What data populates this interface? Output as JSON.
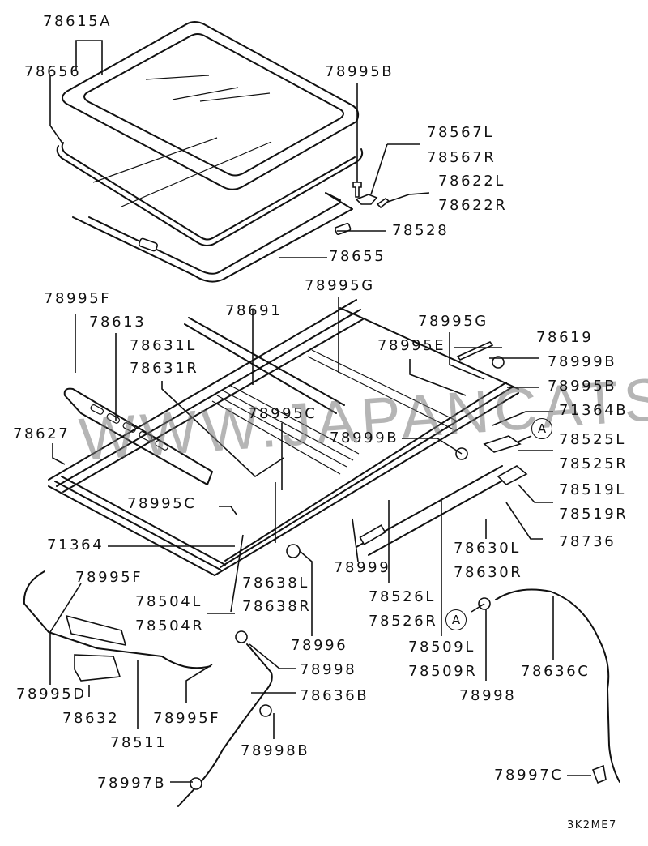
{
  "diagram": {
    "title": "Sunroof assembly parts diagram",
    "drawing_code": "3K2ME7",
    "watermark": "WWW.JAPANCATS.RU",
    "reference_marker": "A",
    "labels": [
      {
        "id": "78615A",
        "text": "78615A"
      },
      {
        "id": "78656",
        "text": "78656"
      },
      {
        "id": "78995B_top",
        "text": "78995B"
      },
      {
        "id": "78567L",
        "text": "78567L"
      },
      {
        "id": "78567R",
        "text": "78567R"
      },
      {
        "id": "78622L",
        "text": "78622L"
      },
      {
        "id": "78622R",
        "text": "78622R"
      },
      {
        "id": "78528",
        "text": "78528"
      },
      {
        "id": "78655",
        "text": "78655"
      },
      {
        "id": "78995F_top",
        "text": "78995F"
      },
      {
        "id": "78613",
        "text": "78613"
      },
      {
        "id": "78691",
        "text": "78691"
      },
      {
        "id": "78995G_mid",
        "text": "78995G"
      },
      {
        "id": "78631L",
        "text": "78631L"
      },
      {
        "id": "78631R",
        "text": "78631R"
      },
      {
        "id": "78995G_right",
        "text": "78995G"
      },
      {
        "id": "78619",
        "text": "78619"
      },
      {
        "id": "78995E",
        "text": "78995E"
      },
      {
        "id": "78999B_right",
        "text": "78999B"
      },
      {
        "id": "78995B_right",
        "text": "78995B"
      },
      {
        "id": "71364B",
        "text": "71364B"
      },
      {
        "id": "78627",
        "text": "78627"
      },
      {
        "id": "78995C_upper",
        "text": "78995C"
      },
      {
        "id": "78999B_mid",
        "text": "78999B"
      },
      {
        "id": "78525L",
        "text": "78525L"
      },
      {
        "id": "78525R",
        "text": "78525R"
      },
      {
        "id": "78519L",
        "text": "78519L"
      },
      {
        "id": "78519R",
        "text": "78519R"
      },
      {
        "id": "78995C_lower",
        "text": "78995C"
      },
      {
        "id": "71364",
        "text": "71364"
      },
      {
        "id": "78736",
        "text": "78736"
      },
      {
        "id": "78630L",
        "text": "78630L"
      },
      {
        "id": "78630R",
        "text": "78630R"
      },
      {
        "id": "78638L",
        "text": "78638L"
      },
      {
        "id": "78638R",
        "text": "78638R"
      },
      {
        "id": "78999",
        "text": "78999"
      },
      {
        "id": "78995F_mid",
        "text": "78995F"
      },
      {
        "id": "78504L",
        "text": "78504L"
      },
      {
        "id": "78504R",
        "text": "78504R"
      },
      {
        "id": "78526L",
        "text": "78526L"
      },
      {
        "id": "78526R",
        "text": "78526R"
      },
      {
        "id": "78996",
        "text": "78996"
      },
      {
        "id": "78509L",
        "text": "78509L"
      },
      {
        "id": "78509R",
        "text": "78509R"
      },
      {
        "id": "78636C",
        "text": "78636C"
      },
      {
        "id": "78998_left",
        "text": "78998"
      },
      {
        "id": "78998_right",
        "text": "78998"
      },
      {
        "id": "78995D",
        "text": "78995D"
      },
      {
        "id": "78632",
        "text": "78632"
      },
      {
        "id": "78995F_bottom",
        "text": "78995F"
      },
      {
        "id": "78636B",
        "text": "78636B"
      },
      {
        "id": "78511",
        "text": "78511"
      },
      {
        "id": "78998B",
        "text": "78998B"
      },
      {
        "id": "78997B",
        "text": "78997B"
      },
      {
        "id": "78997C",
        "text": "78997C"
      }
    ]
  }
}
